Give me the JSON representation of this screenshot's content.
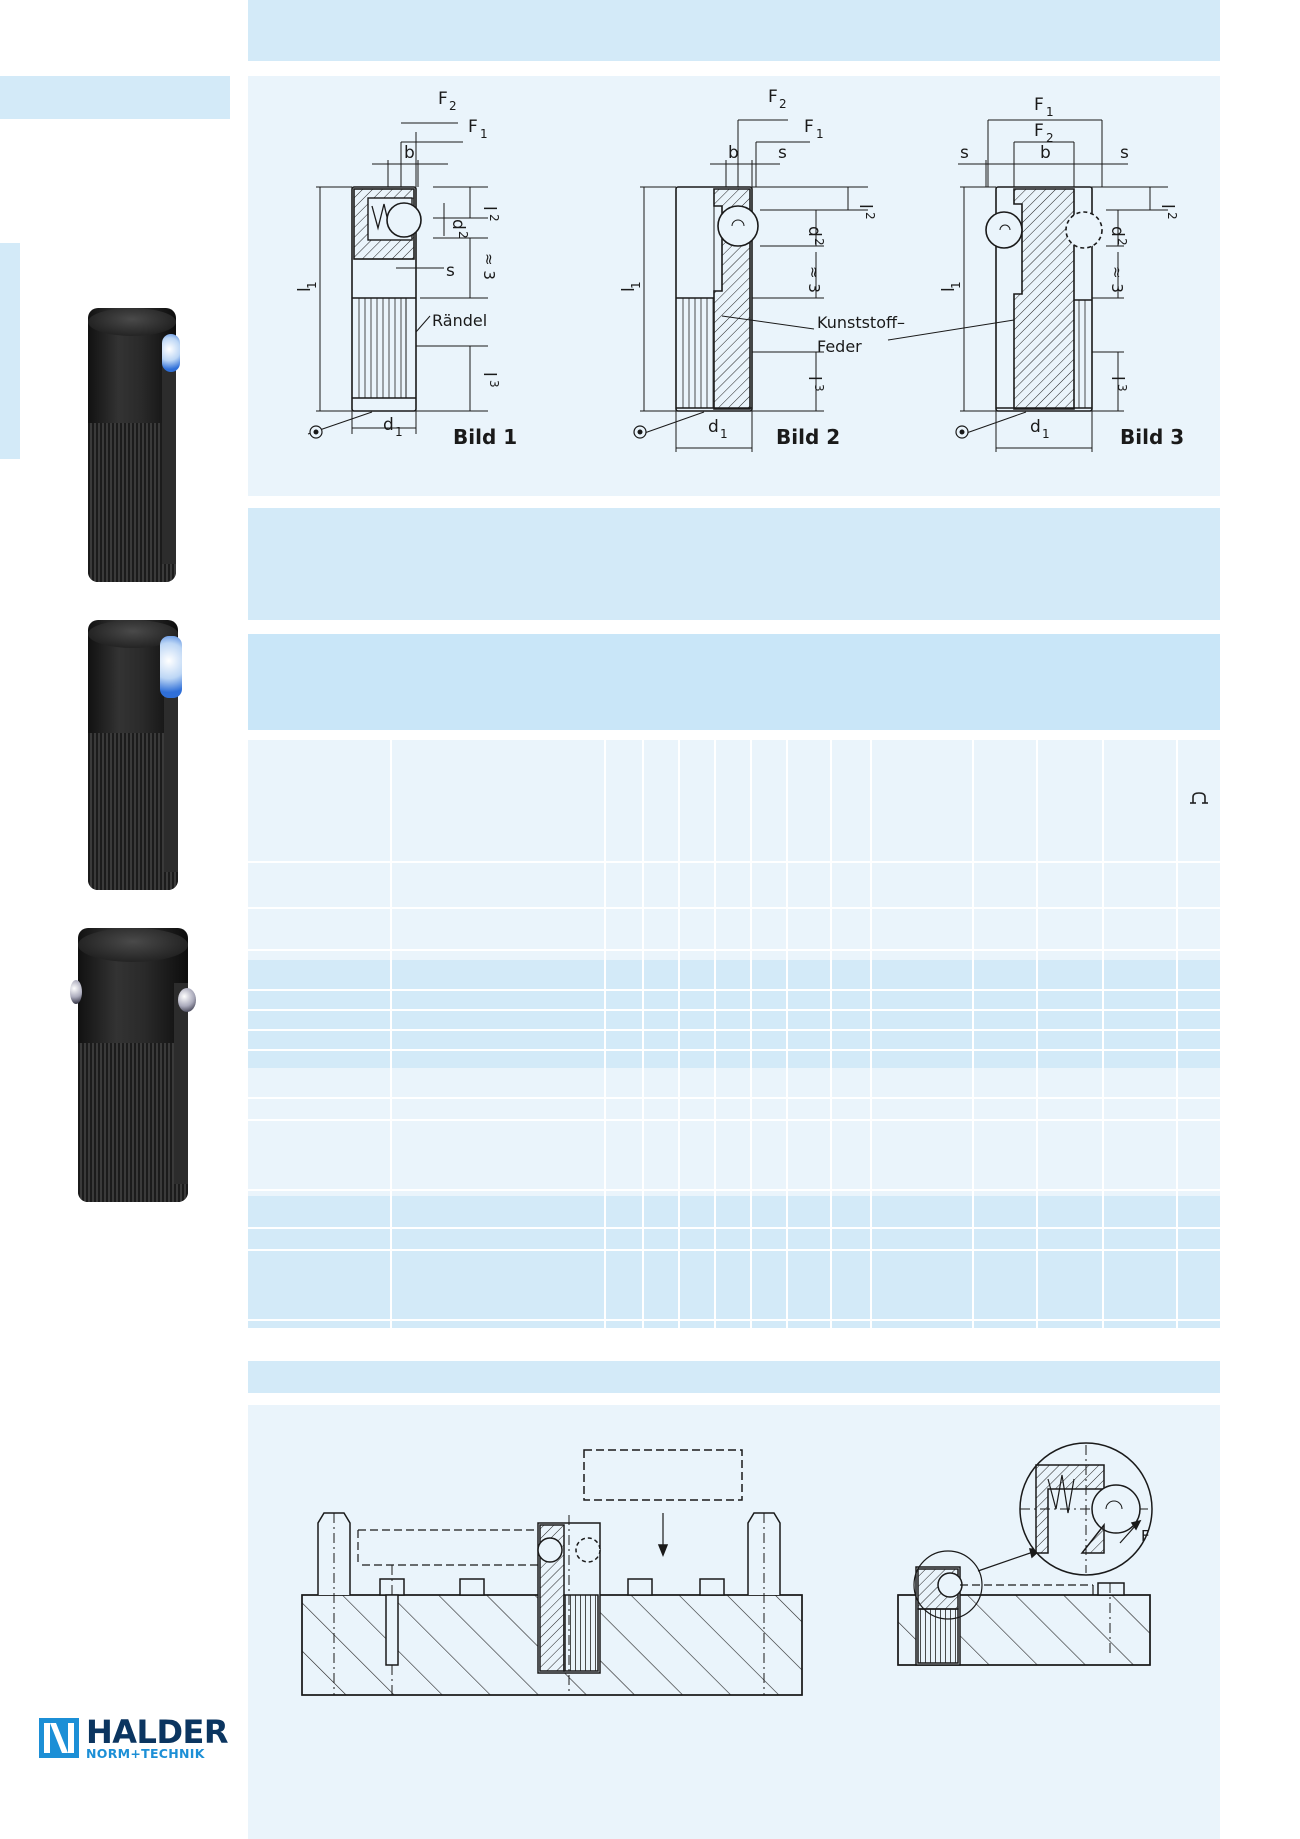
{
  "drawings": {
    "fig1": {
      "caption": "Bild 1",
      "labels": {
        "F2": "F",
        "F2_sub": "2",
        "F1": "F",
        "F1_sub": "1",
        "b": "b",
        "s": "s",
        "l2": "l",
        "l2_sub": "2",
        "d2": "d",
        "d2_sub": "2",
        "approx3": "≈ 3",
        "l1": "l",
        "l1_sub": "1",
        "l3": "l",
        "l3_sub": "3",
        "d1": "d",
        "d1_sub": "1",
        "knurl": "Rändel"
      }
    },
    "fig2": {
      "caption": "Bild 2",
      "labels": {
        "F2": "F",
        "F2_sub": "2",
        "F1": "F",
        "F1_sub": "1",
        "b": "b",
        "s": "s",
        "l2": "l",
        "l2_sub": "2",
        "d2": "d",
        "d2_sub": "2",
        "approx3": "≈ 3",
        "l1": "l",
        "l1_sub": "1",
        "l3": "l",
        "l3_sub": "3",
        "d1": "d",
        "d1_sub": "1",
        "spring_line1": "Kunststoff–",
        "spring_line2": "Feder"
      }
    },
    "fig3": {
      "caption": "Bild 3",
      "labels": {
        "F1": "F",
        "F1_sub": "1",
        "F2": "F",
        "F2_sub": "2",
        "s_left": "s",
        "b": "b",
        "s_right": "s",
        "l2": "l",
        "l2_sub": "2",
        "d2": "d",
        "d2_sub": "2",
        "approx3": "≈ 3",
        "l1": "l",
        "l1_sub": "1",
        "l3": "l",
        "l3_sub": "3",
        "d1": "d",
        "d1_sub": "1"
      }
    }
  },
  "table": {
    "header_icon": "weight-icon"
  },
  "application": {
    "detail_force_label": "F"
  },
  "logo": {
    "name": "HALDER",
    "tagline": "NORM+TECHNIK"
  },
  "colors": {
    "band_light": "#eaf4fb",
    "band_mid": "#d3eaf8",
    "logo_dark": "#0b3560",
    "logo_blue": "#1c8fd6"
  }
}
